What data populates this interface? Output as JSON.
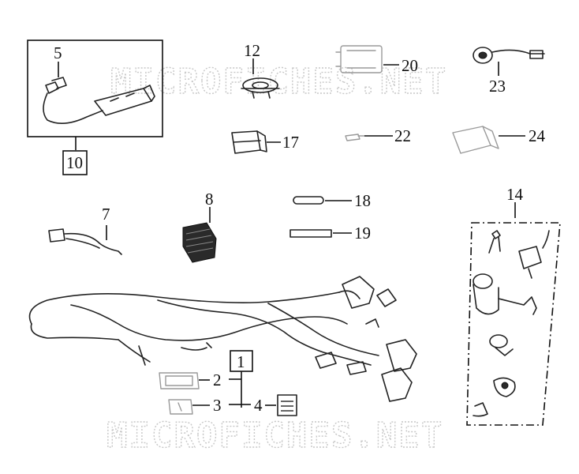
{
  "watermark": "MICROFICHES.NET",
  "callouts": {
    "c1": "1",
    "c2": "2",
    "c3": "3",
    "c4": "4",
    "c5": "5",
    "c7": "7",
    "c8": "8",
    "c10": "10",
    "c12": "12",
    "c14": "14",
    "c17": "17",
    "c18": "18",
    "c19": "19",
    "c20": "20",
    "c22": "22",
    "c23": "23",
    "c24": "24"
  }
}
